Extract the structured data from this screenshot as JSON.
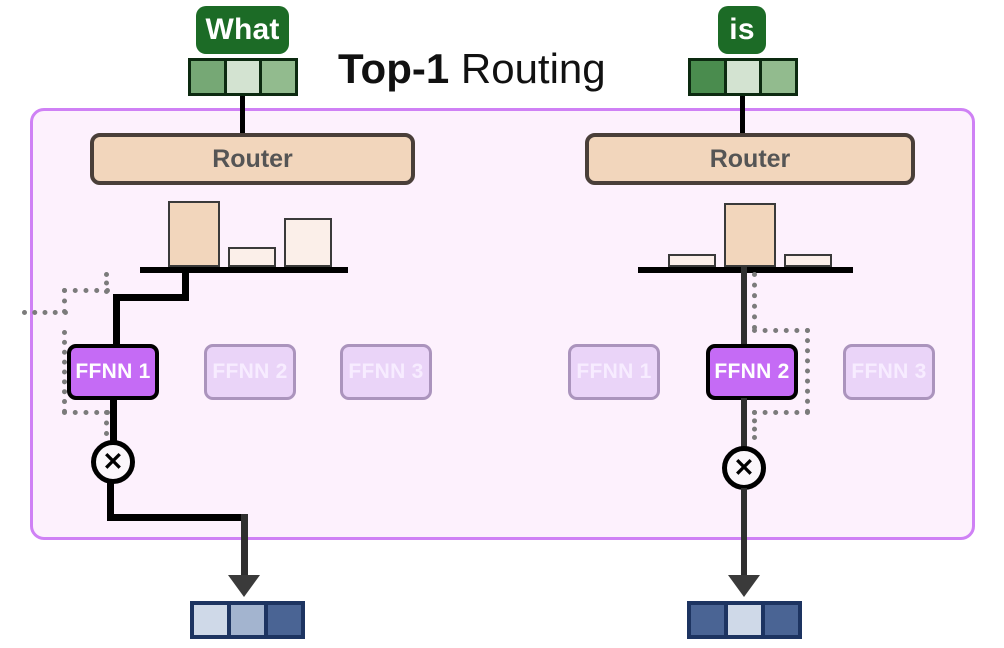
{
  "title": {
    "bold": "Top-1",
    "normal": "Routing"
  },
  "panel": {
    "border_color": "#cf81f5",
    "fill_color": "#fdf1fd"
  },
  "colors": {
    "token_pill": "#1c6b26",
    "expert_active": "#c56bf5",
    "expert_idle": "#ead4f8",
    "router_fill": "#f2d6bc",
    "router_border": "#4a3f39",
    "bar_high": "#f2d6bc",
    "bar_low": "#fbefe9",
    "output_border": "#1d3461"
  },
  "columns": [
    {
      "token": "What",
      "input_vector": {
        "cells": [
          "#76a875",
          "#d3e3d1",
          "#92bb8e"
        ]
      },
      "router": {
        "label": "Router",
        "chart": {
          "type": "bar",
          "categories": [
            "FFNN 1",
            "FFNN 2",
            "FFNN 3"
          ],
          "values": [
            0.62,
            0.12,
            0.42
          ],
          "selected_index": 0,
          "ylim": [
            0,
            1
          ],
          "grid": false
        }
      },
      "experts": [
        {
          "label": "FFNN 1",
          "state": "active"
        },
        {
          "label": "FFNN 2",
          "state": "idle"
        },
        {
          "label": "FFNN 3",
          "state": "idle"
        }
      ],
      "multiply": {
        "glyph": "✕"
      },
      "output_vector": {
        "cells": [
          "#cfd9e8",
          "#a3b4cf",
          "#4a6494"
        ]
      }
    },
    {
      "token": "is",
      "input_vector": {
        "cells": [
          "#4a8c4e",
          "#d3e3d1",
          "#92bb8e"
        ]
      },
      "router": {
        "label": "Router",
        "chart": {
          "type": "bar",
          "categories": [
            "FFNN 1",
            "FFNN 2",
            "FFNN 3"
          ],
          "values": [
            0.1,
            0.6,
            0.1
          ],
          "selected_index": 1,
          "ylim": [
            0,
            1
          ],
          "grid": false
        }
      },
      "experts": [
        {
          "label": "FFNN 1",
          "state": "idle"
        },
        {
          "label": "FFNN 2",
          "state": "active"
        },
        {
          "label": "FFNN 3",
          "state": "idle"
        }
      ],
      "multiply": {
        "glyph": "✕"
      },
      "output_vector": {
        "cells": [
          "#4a6494",
          "#cfd9e8",
          "#4a6494"
        ]
      }
    }
  ]
}
